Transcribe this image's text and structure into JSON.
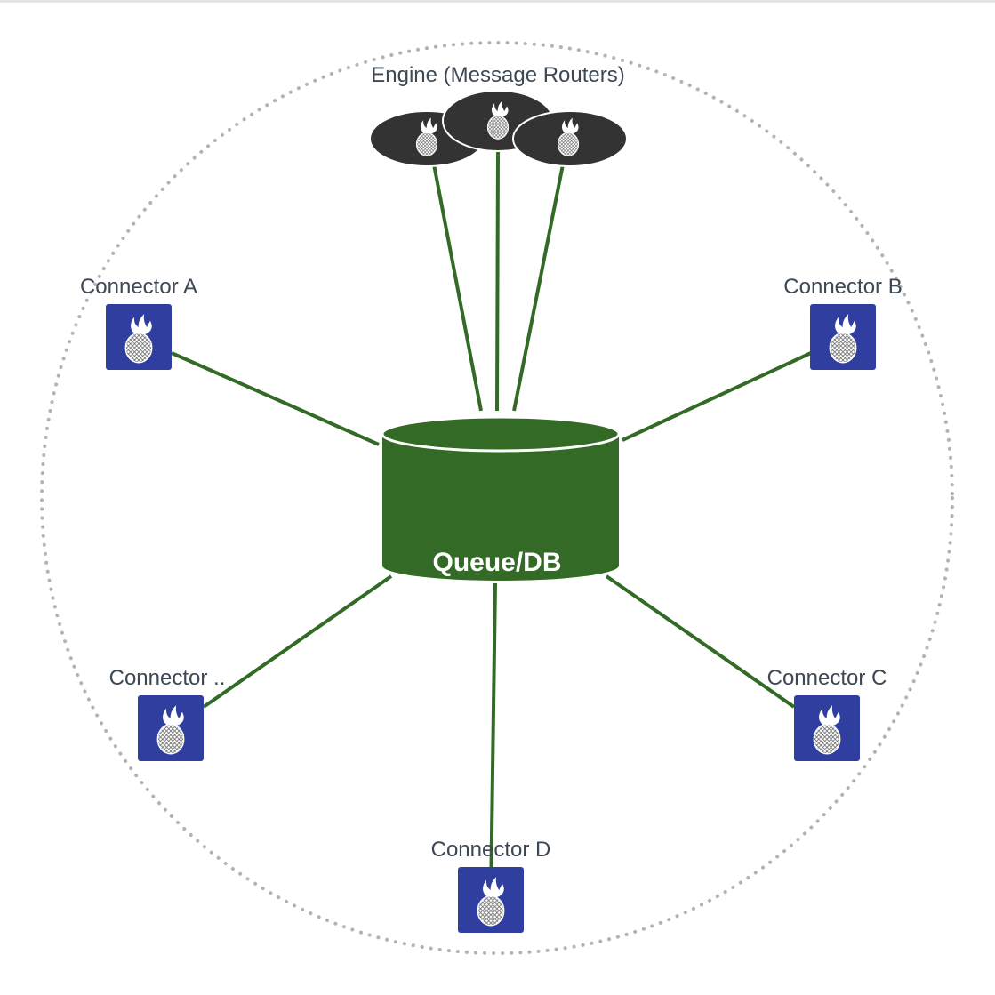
{
  "colors": {
    "line": "#336a26",
    "database": "#336a26",
    "connector_box": "#303f9f",
    "engine_cloud": "#333333",
    "label_text": "#3d4855",
    "boundary": "#b3b3b3",
    "icon_fill": "#ffffff"
  },
  "engine": {
    "label": "Engine (Message Routers)",
    "icon": "pineapple-flame-icon"
  },
  "database": {
    "label": "Queue/DB",
    "icon": "database-cylinder-icon"
  },
  "connectors": [
    {
      "key": "a",
      "label": "Connector A",
      "icon": "pineapple-flame-icon"
    },
    {
      "key": "b",
      "label": "Connector B",
      "icon": "pineapple-flame-icon"
    },
    {
      "key": "e",
      "label": "Connector ..",
      "icon": "pineapple-flame-icon"
    },
    {
      "key": "c",
      "label": "Connector C",
      "icon": "pineapple-flame-icon"
    },
    {
      "key": "d",
      "label": "Connector D",
      "icon": "pineapple-flame-icon"
    }
  ]
}
